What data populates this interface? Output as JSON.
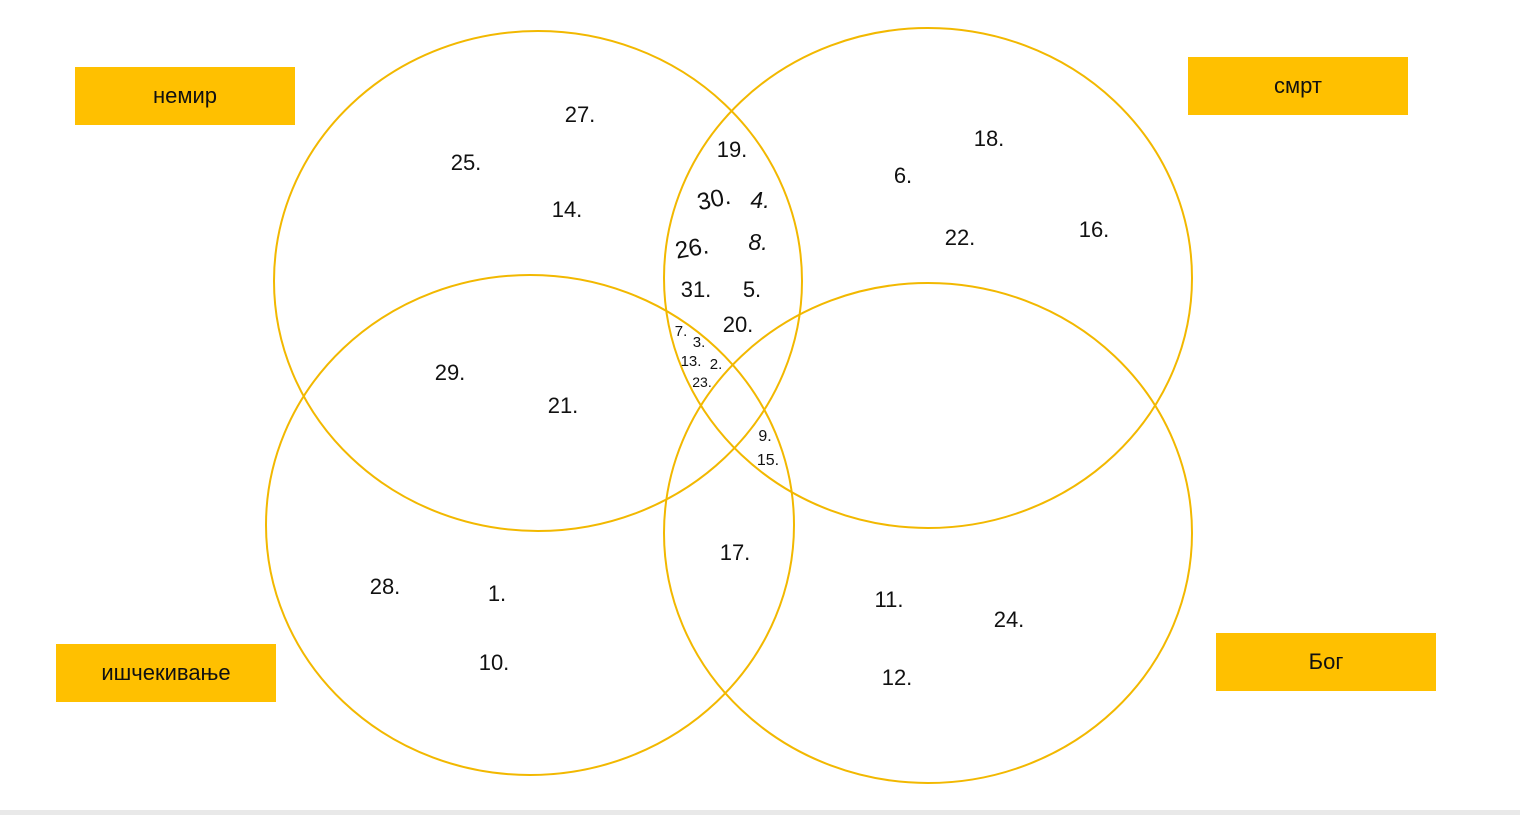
{
  "sets": {
    "nemir": "немир",
    "smrt": "смрт",
    "ishchekivanje": "ишчекивање",
    "bog": "Бог"
  },
  "accent_color": "#FFC000",
  "circle_color": "#F2B800",
  "regions": {
    "nemir_only": [
      "27.",
      "25.",
      "14."
    ],
    "smrt_only": [
      "18.",
      "6.",
      "22.",
      "16."
    ],
    "nemir_smrt": [
      "19.",
      "30.",
      "4.",
      "26.",
      "8.",
      "31.",
      "5.",
      "20."
    ],
    "nemir_smrt_ishchekivanje": [
      "7.",
      "3.",
      "13.",
      "2.",
      "23."
    ],
    "nemir_ishchekivanje": [
      "29.",
      "21."
    ],
    "smrt_bog_nemir": [
      "9.",
      "15."
    ],
    "ishchekivanje_only": [
      "28.",
      "1.",
      "10."
    ],
    "ishchekivanje_bog": [
      "17."
    ],
    "bog_only": [
      "11.",
      "24.",
      "12."
    ]
  }
}
